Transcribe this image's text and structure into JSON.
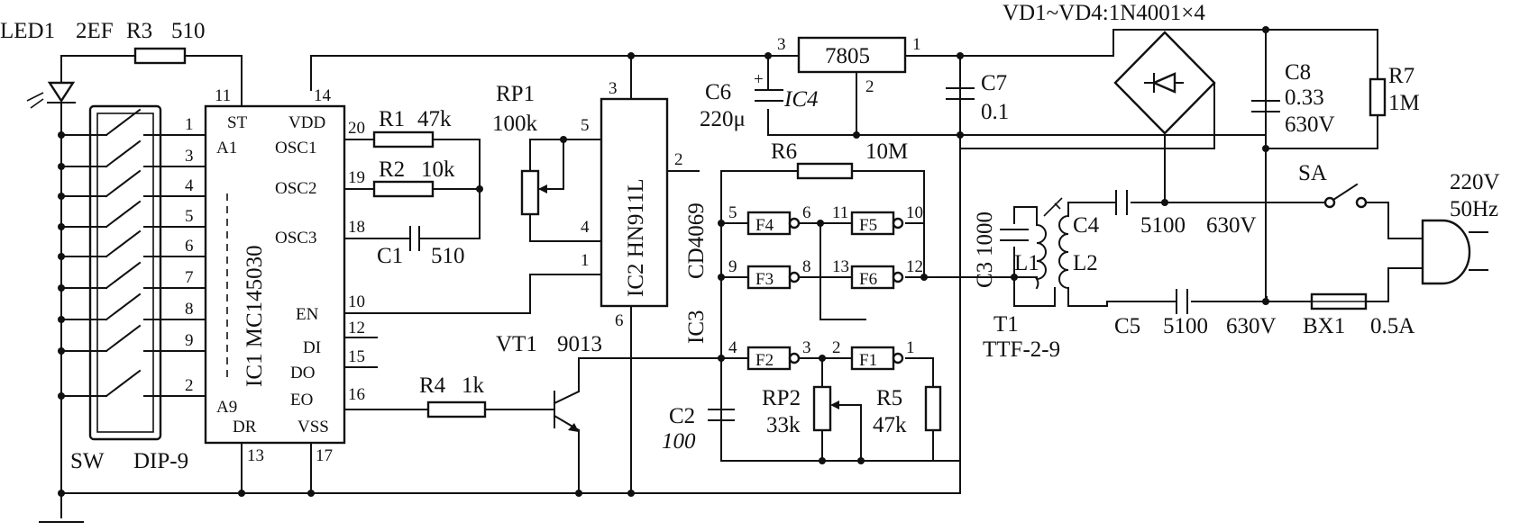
{
  "led": {
    "name": "LED1",
    "type": "2EF"
  },
  "ic1": {
    "name": "IC1 MC145030",
    "pins": {
      "st": "11",
      "vdd": "14",
      "osc1": "20",
      "osc2": "19",
      "osc3": "18",
      "en": "10",
      "di": "12",
      "do": "15",
      "eo": "16",
      "dr": "13",
      "vss": "17"
    },
    "pin_labels": {
      "st": "ST",
      "vdd": "VDD",
      "a1": "A1",
      "a9": "A9",
      "osc1": "OSC1",
      "osc2": "OSC2",
      "osc3": "OSC3",
      "en": "EN",
      "di": "DI",
      "do": "DO",
      "eo": "EO",
      "dr": "DR",
      "vss": "VSS"
    },
    "address_pins": [
      "1",
      "3",
      "4",
      "5",
      "6",
      "7",
      "8",
      "9",
      "2"
    ]
  },
  "sw": {
    "name": "SW",
    "type": "DIP-9"
  },
  "r1": {
    "name": "R1",
    "value": "47k"
  },
  "r2": {
    "name": "R2",
    "value": "10k"
  },
  "r3": {
    "name": "R3",
    "value": "510"
  },
  "r4": {
    "name": "R4",
    "value": "1k"
  },
  "r5": {
    "name": "R5",
    "value": "47k"
  },
  "r6": {
    "name": "R6",
    "value": "10M"
  },
  "r7": {
    "name": "R7",
    "value": "1M"
  },
  "c1": {
    "name": "C1",
    "value": "510"
  },
  "c2": {
    "name": "C2",
    "value": "100"
  },
  "c3": {
    "name": "C3",
    "value": "1000"
  },
  "c4": {
    "name": "C4",
    "value": "5100",
    "voltage": "630V"
  },
  "c5": {
    "name": "C5",
    "value": "5100",
    "voltage": "630V"
  },
  "c6": {
    "name": "C6",
    "value": "220μ",
    "plus": "+"
  },
  "c7": {
    "name": "C7",
    "value": "0.1"
  },
  "c8": {
    "name": "C8",
    "value": "0.33",
    "voltage": "630V"
  },
  "rp1": {
    "name": "RP1",
    "value": "100k"
  },
  "rp2": {
    "name": "RP2",
    "value": "33k"
  },
  "ic2": {
    "name": "IC2 HN911L",
    "pins": {
      "p3": "3",
      "p5": "5",
      "p4": "4",
      "p1": "1",
      "p2": "2",
      "p6": "6"
    }
  },
  "ic3": {
    "name": "IC3",
    "type": "CD4069"
  },
  "ic4": {
    "name": "IC4",
    "reg": "7805",
    "pins": {
      "in": "3",
      "out": "1",
      "gnd": "2"
    }
  },
  "vt1": {
    "name": "VT1",
    "type": "9013"
  },
  "bridge": {
    "label": "VD1~VD4:1N4001×4"
  },
  "gates": {
    "f1": {
      "name": "F1",
      "in": "2",
      "out": "1"
    },
    "f2": {
      "name": "F2",
      "in": "4",
      "out": "3"
    },
    "f3": {
      "name": "F3",
      "in": "9",
      "out": "8"
    },
    "f4": {
      "name": "F4",
      "in": "5",
      "out": "6"
    },
    "f5": {
      "name": "F5",
      "in": "11",
      "out": "10"
    },
    "f6": {
      "name": "F6",
      "in": "13",
      "out": "12"
    }
  },
  "t1": {
    "name": "T1",
    "type": "TTF-2-9",
    "l1": "L1",
    "l2": "L2"
  },
  "sa": {
    "name": "SA"
  },
  "bx1": {
    "name": "BX1",
    "value": "0.5A"
  },
  "mains": {
    "voltage": "220V",
    "freq": "50Hz"
  }
}
